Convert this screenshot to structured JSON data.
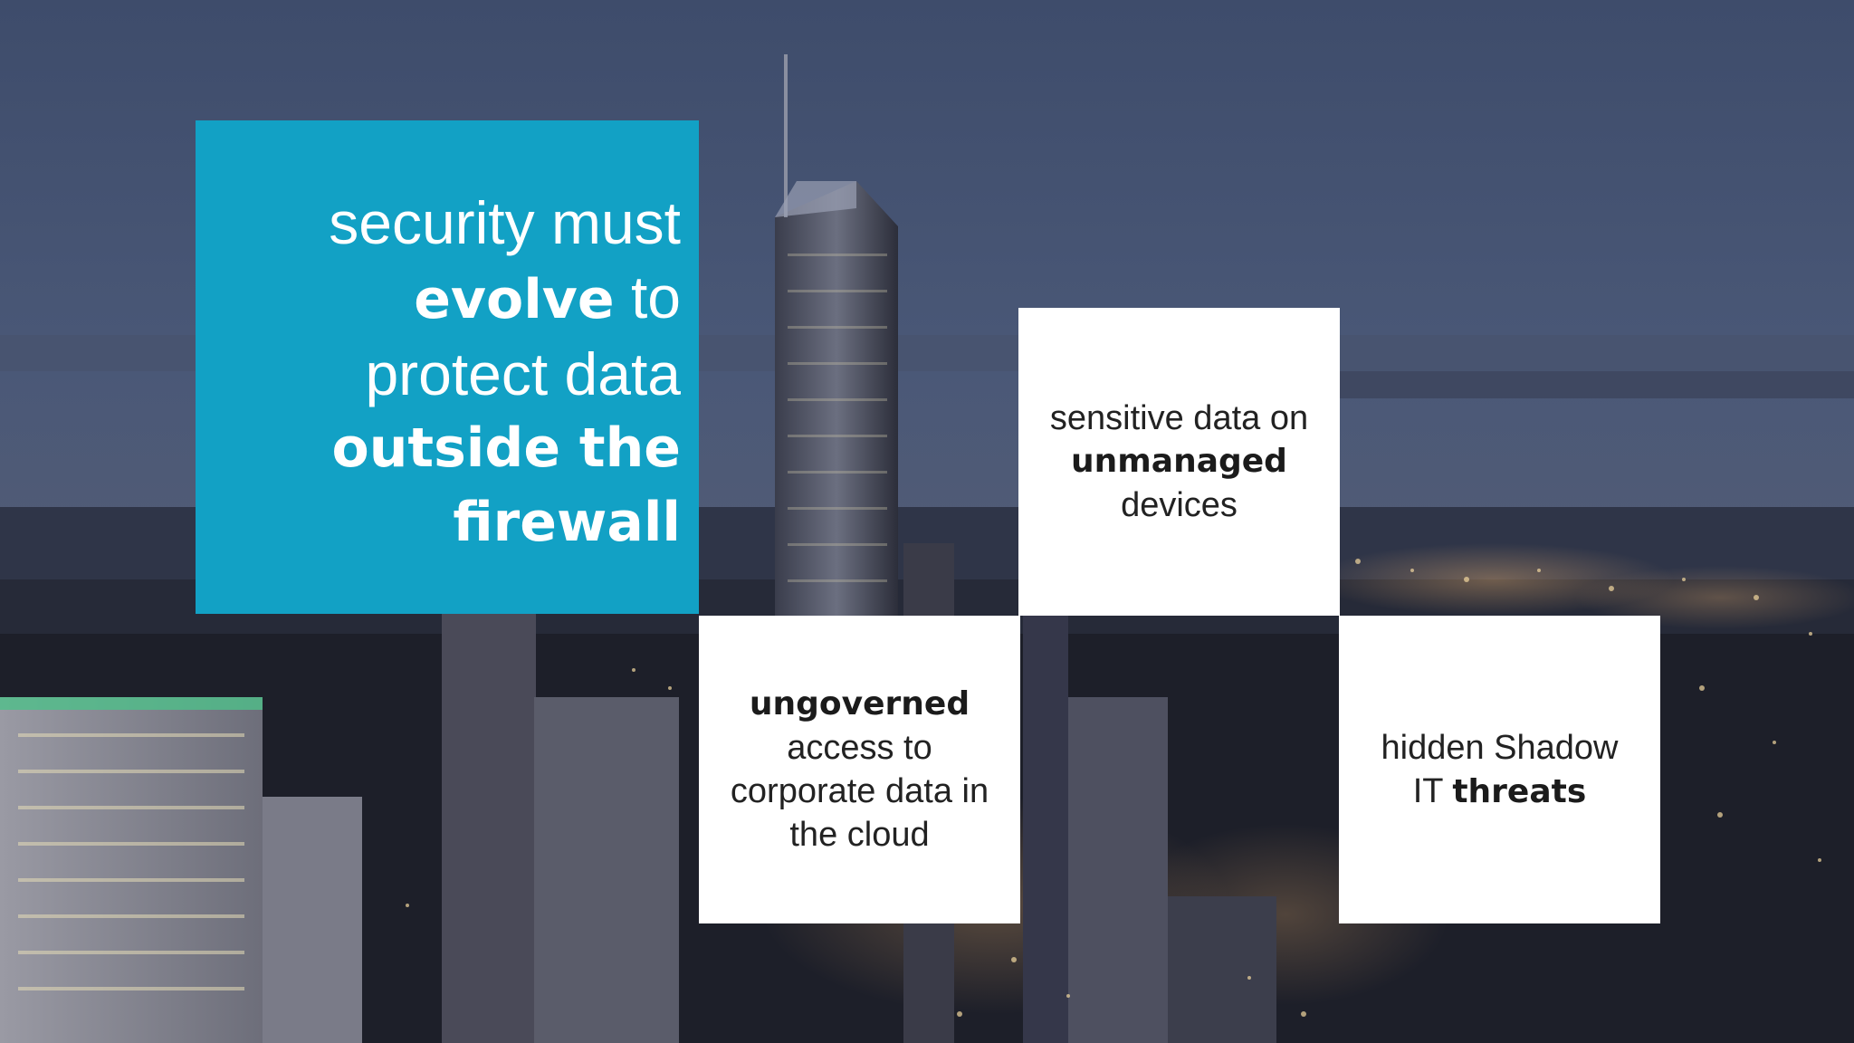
{
  "colors": {
    "headline_bg": "#12a1c5",
    "tile_bg": "#ffffff",
    "sky_top": "#3d4e6e",
    "city_dark": "#1d1f29"
  },
  "headline": {
    "line1": "security must",
    "line2_bold": "evolve",
    "line2_rest": " to",
    "line3": "protect data",
    "line4_bold": "outside the",
    "line5_bold": "firewall"
  },
  "tiles": {
    "unmanaged": {
      "line1": "sensitive data on",
      "line2_bold": "unmanaged",
      "line3": "devices"
    },
    "cloud": {
      "line1_bold": "ungoverned",
      "line2": "access to",
      "line3": "corporate data in",
      "line4": "the cloud"
    },
    "shadow": {
      "line1": "hidden Shadow",
      "line2_pre": "IT ",
      "line2_bold": "threats"
    }
  }
}
